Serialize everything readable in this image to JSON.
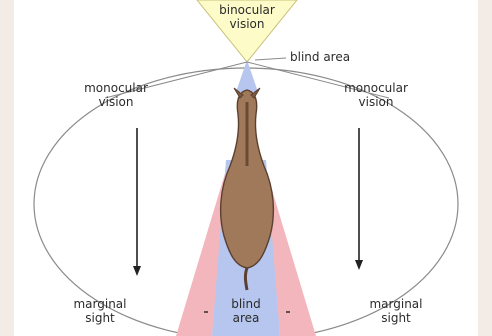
{
  "diagram": {
    "labels": {
      "binocular_line1": "binocular",
      "binocular_line2": "vision",
      "blind_top": "blind area",
      "mono_left_line1": "monocular",
      "mono_left_line2": "vision",
      "mono_right_line1": "monocular",
      "mono_right_line2": "vision",
      "blind_bottom_line1": "blind",
      "blind_bottom_line2": "area",
      "marginal_left_line1": "marginal",
      "marginal_left_line2": "sight",
      "marginal_right_line1": "marginal",
      "marginal_right_line2": "sight"
    },
    "colors": {
      "page_bg": "#f3ece6",
      "binocular_fill": "#fdfbc8",
      "blind_fill": "#b7c6ee",
      "marginal_fill": "#f3b6bc",
      "horse_fill": "#a0785a",
      "horse_stroke": "#5b4030",
      "line": "#7a7a7a",
      "arrow": "#222222"
    }
  }
}
